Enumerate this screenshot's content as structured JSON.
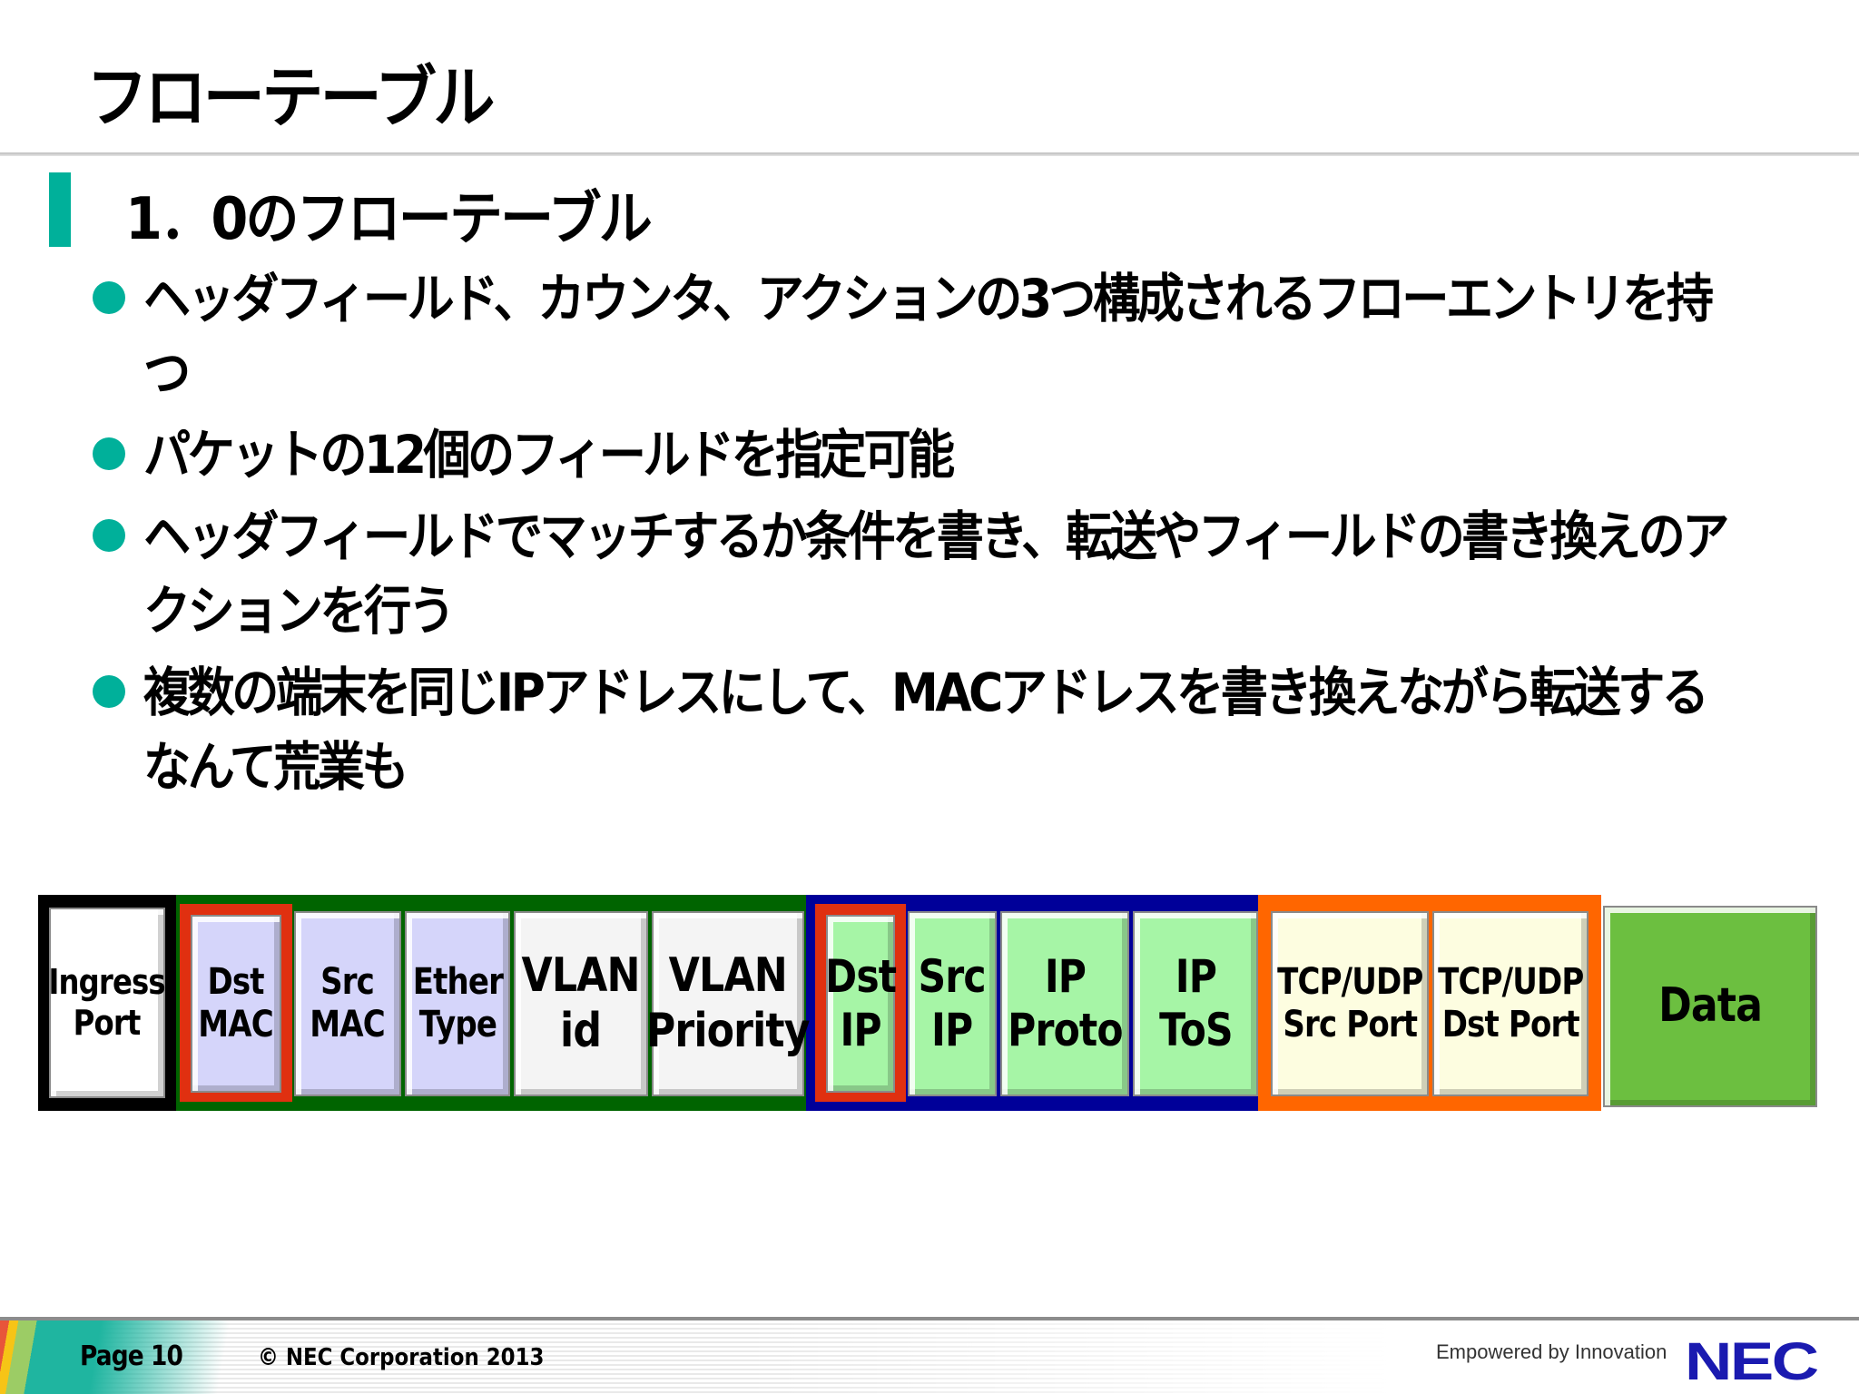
{
  "slide": {
    "title": "フローテーブル",
    "section_title": "1．0のフローテーブル",
    "bullets": [
      "ヘッダフィールド、カウンタ、アクションの3つ構成されるフローエントリを持つ",
      "パケットの12個のフィールドを指定可能",
      "ヘッダフィールドでマッチするか条件を書き、転送やフィールドの書き換えのアクションを行う",
      "複数の端末を同じIPアドレスにして、MACアドレスを書き換えながら転送するなんて荒業も"
    ]
  },
  "diagram": {
    "fields": [
      {
        "label": "Ingress\nPort",
        "fill": "#ffffff"
      },
      {
        "label": "Dst\nMAC",
        "fill": "#d5d5fa"
      },
      {
        "label": "Src\nMAC",
        "fill": "#d5d5fa"
      },
      {
        "label": "Ether\nType",
        "fill": "#d5d5fa"
      },
      {
        "label": "VLAN\nid",
        "fill": "#f4f4f4"
      },
      {
        "label": "VLAN\nPriority",
        "fill": "#f4f4f4"
      },
      {
        "label": "Dst\nIP",
        "fill": "#a6f5a6"
      },
      {
        "label": "Src\nIP",
        "fill": "#a6f5a6"
      },
      {
        "label": "IP\nProto",
        "fill": "#a6f5a6"
      },
      {
        "label": "IP\nToS",
        "fill": "#a6f5a6"
      },
      {
        "label": "TCP/UDP\nSrc Port",
        "fill": "#fdfde0"
      },
      {
        "label": "TCP/UDP\nDst Port",
        "fill": "#fdfde0"
      },
      {
        "label": "Data",
        "fill": "#6cbf40"
      }
    ],
    "group_colors": {
      "port": "#000000",
      "layer2": "#006400",
      "layer3": "#000099",
      "layer4": "#ff6600",
      "highlight": "#e03010"
    }
  },
  "footer": {
    "page": "Page 10",
    "copyright": "© NEC Corporation 2013",
    "tagline": "Empowered by Innovation",
    "logo": "NEC"
  }
}
